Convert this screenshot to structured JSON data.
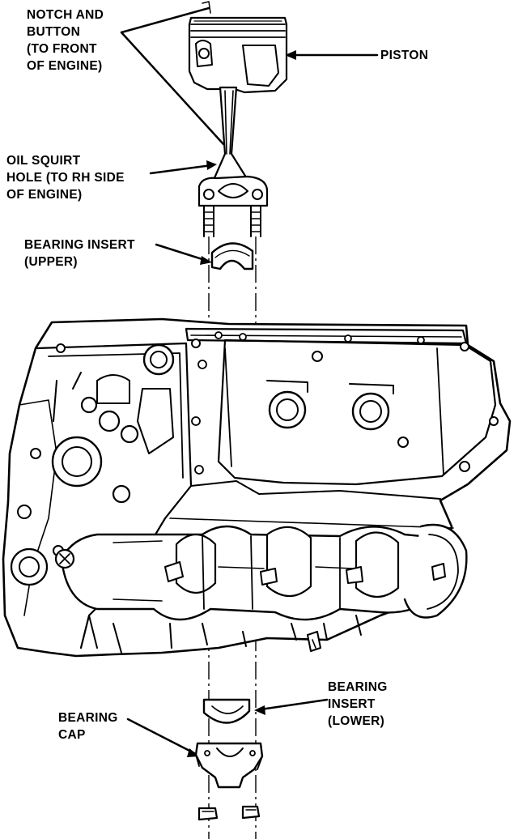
{
  "labels": {
    "notch_button": [
      "NOTCH AND",
      "BUTTON",
      "(TO FRONT",
      "OF ENGINE)"
    ],
    "piston": [
      "PISTON"
    ],
    "oil_squirt": [
      "OIL SQUIRT",
      "HOLE (TO RH SIDE",
      "OF ENGINE)"
    ],
    "bearing_insert_upper": [
      "BEARING INSERT",
      "(UPPER)"
    ],
    "bearing_insert_lower": [
      "BEARING",
      "INSERT",
      "(LOWER)"
    ],
    "bearing_cap": [
      "BEARING",
      "CAP"
    ]
  }
}
